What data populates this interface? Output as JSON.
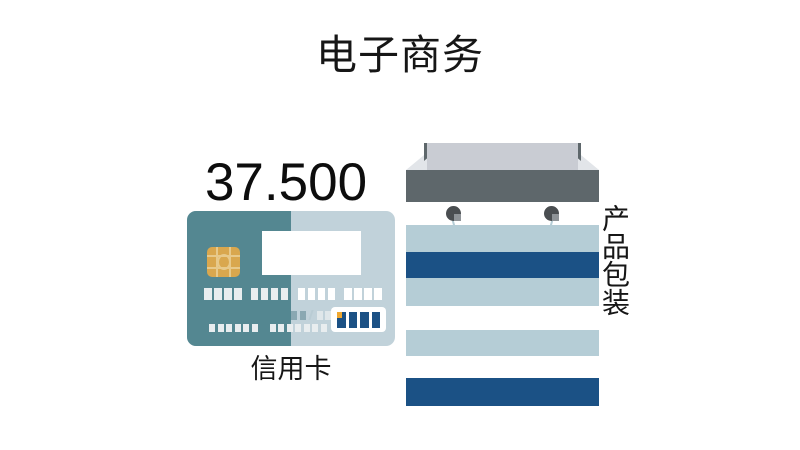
{
  "slide": {
    "title": "电子商务",
    "background_color": "#ffffff"
  },
  "metric": {
    "value": "37.500",
    "caption": "信用卡"
  },
  "credit_card": {
    "label": "信用卡",
    "dark_tone_color": "#548791",
    "light_tone_color": "#c1d2da",
    "chip_color": "#d9a74e",
    "panel_color": "#ffffff",
    "number_groups": 4,
    "digits_per_group": 4,
    "expiry_mask": "▮▮ / ▮▮",
    "logo": {
      "bars": 4,
      "bar_color": "#1b5185",
      "accent_color": "#f0a830",
      "background_color": "#ffffff"
    }
  },
  "shopping_bag": {
    "label": "产品包装",
    "fold_front_color": "#c9ccd3",
    "fold_back_color": "#e2e5e9",
    "corner_color": "#5e676b",
    "top_band_color": "#5e676b",
    "grommet_color": "#4a4e51",
    "handle_color": "#b5cdd6",
    "stripes": [
      {
        "name": "stripe-light-1",
        "color": "#b5cdd6"
      },
      {
        "name": "stripe-dark-1",
        "color": "#1b5185"
      },
      {
        "name": "stripe-light-2",
        "color": "#b5cdd6"
      },
      {
        "name": "stripe-light-3",
        "color": "#b5cdd6"
      },
      {
        "name": "stripe-dark-2",
        "color": "#1b5185"
      }
    ]
  }
}
